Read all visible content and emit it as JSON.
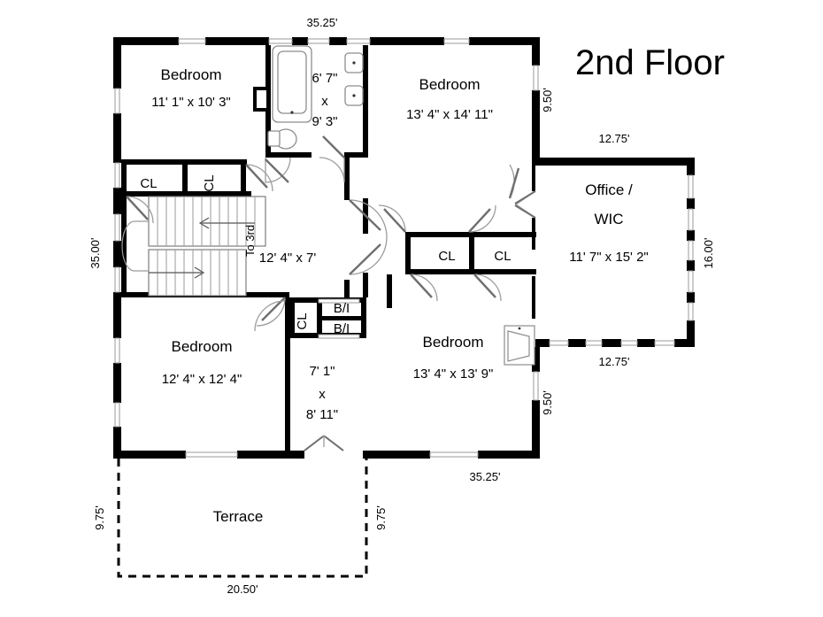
{
  "title": "2nd Floor",
  "rooms": [
    {
      "id": "bedroom-nw",
      "name": "Bedroom",
      "dim": "11' 1\" x 10' 3\""
    },
    {
      "id": "bedroom-ne",
      "name": "Bedroom",
      "dim": "13' 4\" x 14' 11\""
    },
    {
      "id": "office-wic",
      "name": "Office /",
      "name2": "WIC",
      "dim": "11' 7\" x 15' 2\""
    },
    {
      "id": "bedroom-sw",
      "name": "Bedroom",
      "dim": "12' 4\" x 12' 4\""
    },
    {
      "id": "bedroom-se",
      "name": "Bedroom",
      "dim": "13' 4\" x 13' 9\""
    },
    {
      "id": "terrace",
      "name": "Terrace",
      "dim": ""
    }
  ],
  "bathroom": {
    "dim_line1": "6' 7\"",
    "dim_x": "x",
    "dim_line2": "9' 3\""
  },
  "hall_upper": {
    "dim": "12' 4\" x 7'",
    "stair_label": "To 3rd"
  },
  "hall_lower": {
    "dim_line1": "7' 1\"",
    "dim_x": "x",
    "dim_line2": "8' 11\""
  },
  "closets": [
    {
      "id": "cl-nw-1",
      "label": "CL",
      "rotated": false
    },
    {
      "id": "cl-nw-2",
      "label": "CL",
      "rotated": true
    },
    {
      "id": "cl-mid-1",
      "label": "CL",
      "rotated": false
    },
    {
      "id": "cl-mid-2",
      "label": "CL",
      "rotated": false
    },
    {
      "id": "cl-sw",
      "label": "CL",
      "rotated": true
    }
  ],
  "builtins": [
    {
      "id": "bi-top",
      "label": "B/I"
    },
    {
      "id": "bi-bottom",
      "label": "B/I"
    }
  ],
  "dimensions": {
    "top_main": "35.25'",
    "left_main": "35.00'",
    "bottom_main": "35.25'",
    "right_upper": "9.50'",
    "right_lower": "9.50'",
    "ext_top": "12.75'",
    "ext_bottom": "12.75'",
    "ext_right": "16.00'",
    "terrace_left": "9.75'",
    "terrace_right": "9.75'",
    "terrace_bottom": "20.50'"
  },
  "colors": {
    "wall": "#000000",
    "fixture_stroke": "#888888",
    "door_stroke": "#999999",
    "background": "#ffffff"
  }
}
